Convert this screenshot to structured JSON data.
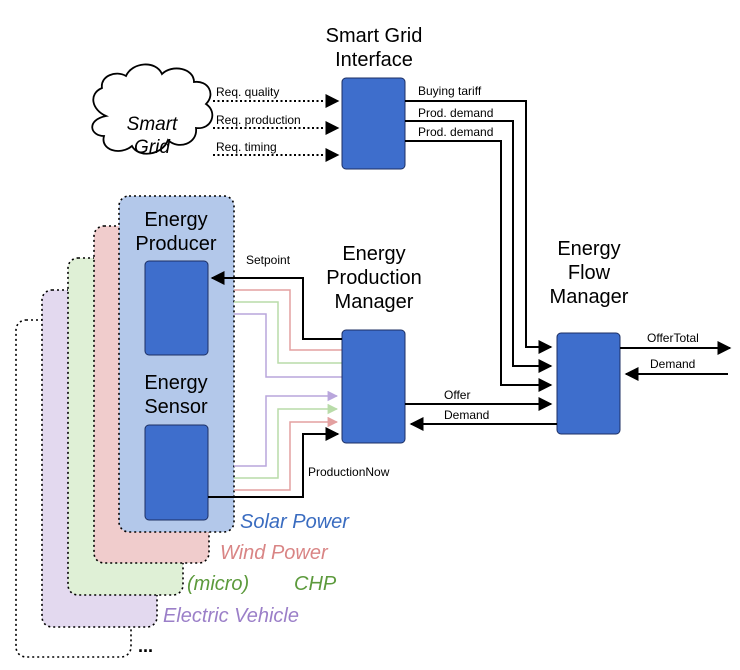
{
  "titles": {
    "smart_grid_interface": [
      "Smart Grid",
      "Interface"
    ],
    "energy_production_manager": [
      "Energy",
      "Production",
      "Manager"
    ],
    "energy_flow_manager": [
      "Energy",
      "Flow",
      "Manager"
    ],
    "energy_producer": [
      "Energy",
      "Producer"
    ],
    "energy_sensor": [
      "Energy",
      "Sensor"
    ]
  },
  "cloud": [
    "Smart",
    "Grid"
  ],
  "signals": {
    "req_quality": "Req. quality",
    "req_production": "Req. production",
    "req_timing": "Req. timing",
    "buying_tariff": "Buying tariff",
    "prod_demand_1": "Prod. demand",
    "prod_demand_2": "Prod. demand",
    "setpoint": "Setpoint",
    "offer": "Offer",
    "demand": "Demand",
    "offer_total": "OfferTotal",
    "demand_out": "Demand",
    "production_now": "ProductionNow"
  },
  "sources": {
    "solar": "Solar Power",
    "wind": "Wind Power",
    "chp_micro": "(micro)",
    "chp": "CHP",
    "ev": "Electric Vehicle",
    "more": "..."
  },
  "colors": {
    "box": "#3e6ecc",
    "solar": "#3a6cc0",
    "wind": "#d98585",
    "chp": "#5c9a3c",
    "ev": "#9b7fc8",
    "solar_fill": "#b3c8ea",
    "wind_fill": "#f0cccc",
    "chp_fill": "#dff0d6",
    "ev_fill": "#e3d9ef"
  }
}
